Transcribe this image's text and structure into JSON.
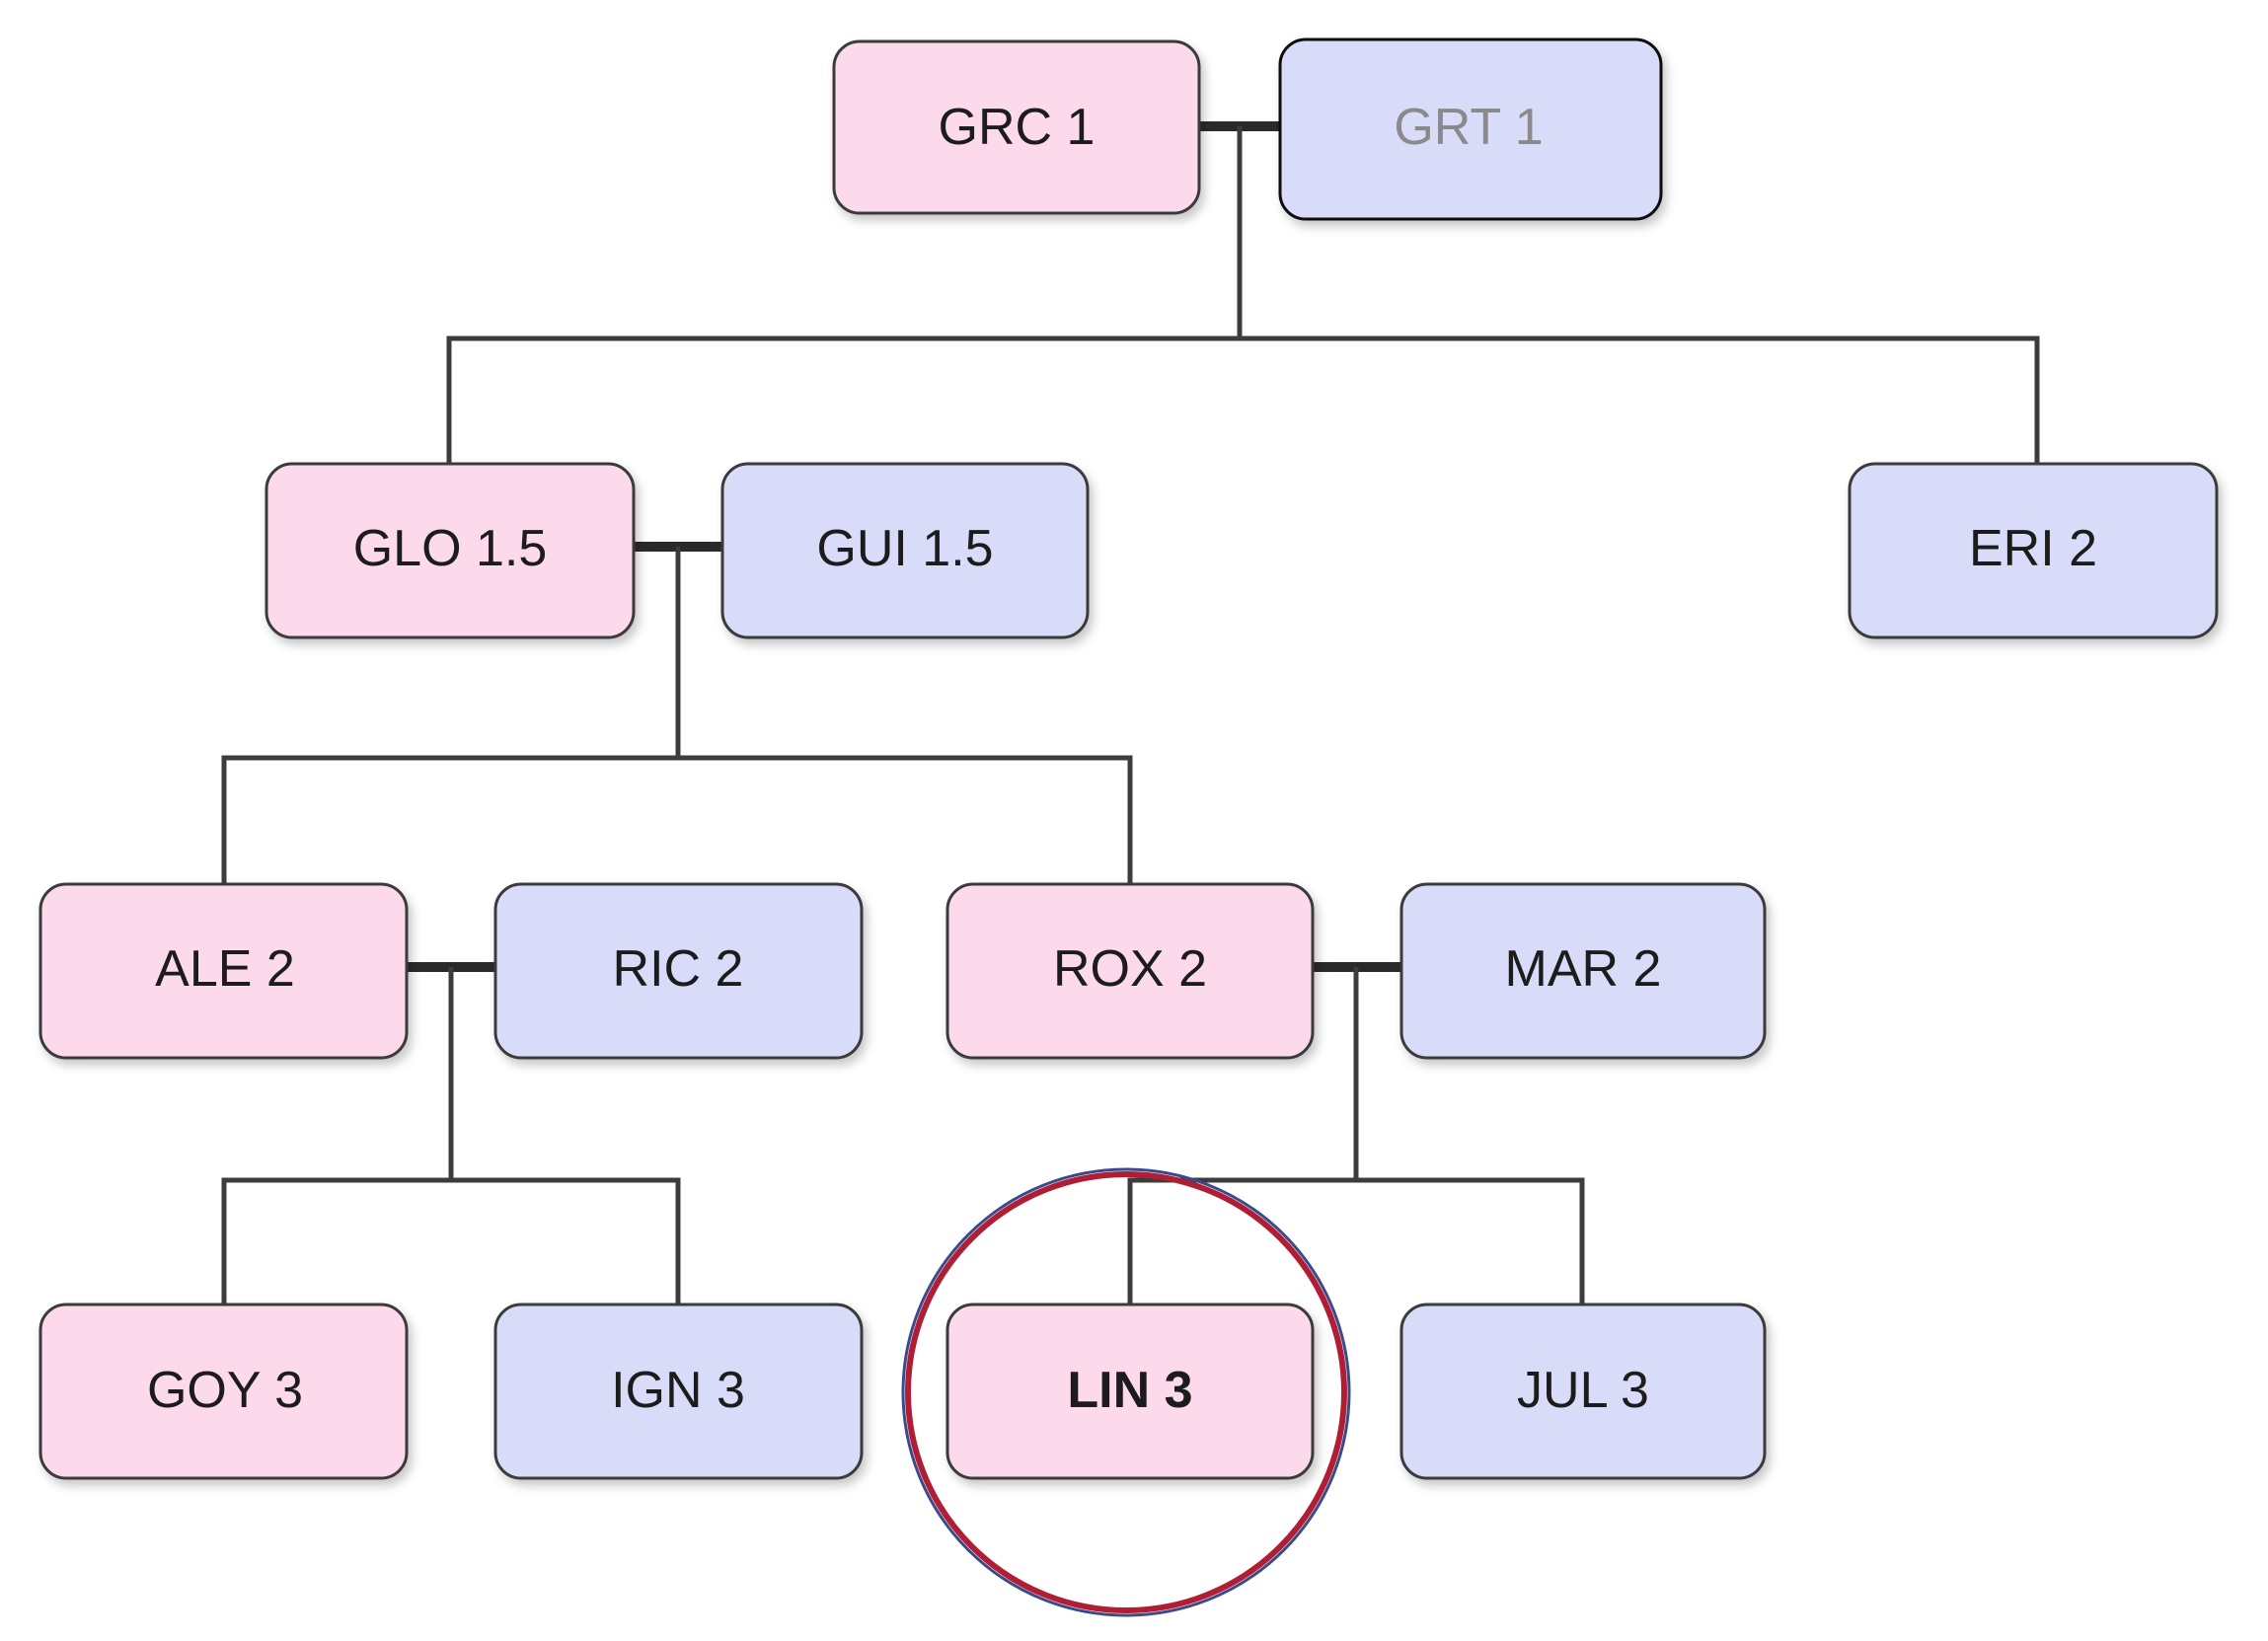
{
  "colors": {
    "female_fill": "#fdd9ec",
    "male_fill": "#d9dcf8",
    "node_border": "#3a3a3a",
    "line": "#3c3c3c",
    "highlight_ring": "#b01e35",
    "highlight_ring_outer": "#3a4a8a",
    "label_text": "#1e1e1e",
    "muted_text": "#8a8a8a"
  },
  "nodes": {
    "grc1": {
      "label": "GRC 1",
      "sex": "female"
    },
    "grt1": {
      "label": "GRT 1",
      "sex": "male",
      "emphasis": "thick-border",
      "text_style": "muted"
    },
    "glo15": {
      "label": "GLO 1.5",
      "sex": "female"
    },
    "gui15": {
      "label": "GUI 1.5",
      "sex": "male"
    },
    "eri2": {
      "label": "ERI 2",
      "sex": "male"
    },
    "ale2": {
      "label": "ALE 2",
      "sex": "female"
    },
    "ric2": {
      "label": "RIC 2",
      "sex": "male"
    },
    "rox2": {
      "label": "ROX 2",
      "sex": "female"
    },
    "mar2": {
      "label": "MAR 2",
      "sex": "male"
    },
    "goy3": {
      "label": "GOY 3",
      "sex": "female"
    },
    "ign3": {
      "label": "IGN 3",
      "sex": "male"
    },
    "lin3": {
      "label": "LIN 3",
      "sex": "female",
      "text_style": "bold",
      "highlighted": true
    },
    "jul3": {
      "label": "JUL 3",
      "sex": "male"
    }
  },
  "couples": [
    {
      "partners": [
        "grc1",
        "grt1"
      ],
      "children": [
        "glo15",
        "eri2"
      ]
    },
    {
      "partners": [
        "glo15",
        "gui15"
      ],
      "children": [
        "ale2",
        "rox2"
      ]
    },
    {
      "partners": [
        "ale2",
        "ric2"
      ],
      "children": [
        "goy3",
        "ign3"
      ]
    },
    {
      "partners": [
        "rox2",
        "mar2"
      ],
      "children": [
        "lin3",
        "jul3"
      ]
    }
  ]
}
